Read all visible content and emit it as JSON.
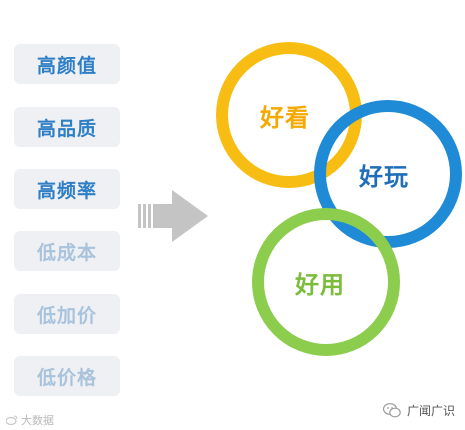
{
  "features": [
    {
      "label": "高颜值",
      "emphasis": "strong"
    },
    {
      "label": "高品质",
      "emphasis": "strong"
    },
    {
      "label": "高频率",
      "emphasis": "strong"
    },
    {
      "label": "低成本",
      "emphasis": "weak"
    },
    {
      "label": "低加价",
      "emphasis": "weak"
    },
    {
      "label": "低价格",
      "emphasis": "weak"
    }
  ],
  "circles": {
    "look": {
      "label": "好看",
      "color": "#f8bd12"
    },
    "play": {
      "label": "好玩",
      "color": "#1f8ad6"
    },
    "use": {
      "label": "好用",
      "color": "#8ccd4e"
    }
  },
  "colors": {
    "strong_text": "#2f7fc6",
    "weak_text": "#a9c3dc",
    "pill_bg": "#eef0f3",
    "arrow": "#c4c4c4"
  },
  "watermarks": {
    "left": "大数据",
    "right": "广闻广识"
  }
}
